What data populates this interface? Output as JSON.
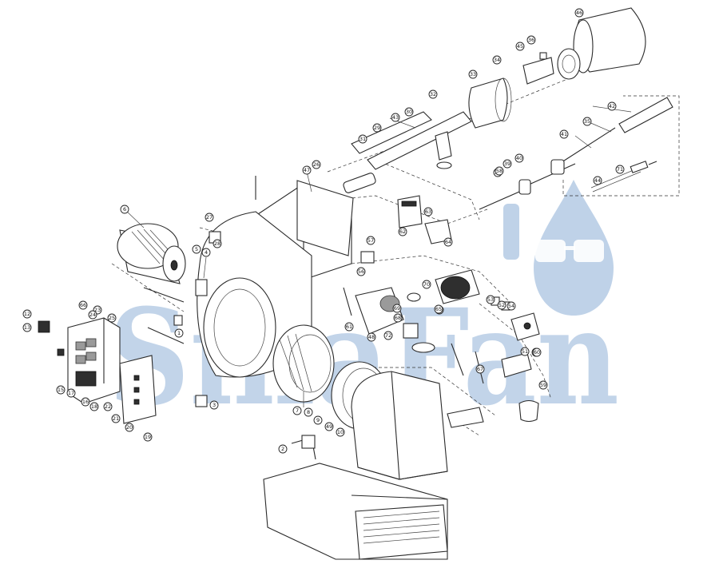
{
  "watermark": {
    "text": "SinaFan",
    "color": "#a9c3e0"
  },
  "part_labels": [
    "1",
    "2",
    "3",
    "4",
    "5",
    "6",
    "7",
    "8",
    "9",
    "10",
    "12",
    "13",
    "15",
    "16",
    "17",
    "18",
    "19",
    "20",
    "21",
    "22",
    "23",
    "24",
    "25",
    "26",
    "27",
    "28",
    "29",
    "30",
    "31",
    "32",
    "33",
    "34",
    "35",
    "36",
    "38",
    "39",
    "40",
    "41",
    "42",
    "43",
    "44",
    "45",
    "46",
    "47",
    "48",
    "49",
    "50",
    "51",
    "52",
    "53",
    "54",
    "55",
    "56",
    "57",
    "58",
    "59",
    "60",
    "61",
    "62",
    "63",
    "64",
    "65",
    "66",
    "67",
    "68",
    "69",
    "70",
    "71",
    "72"
  ]
}
